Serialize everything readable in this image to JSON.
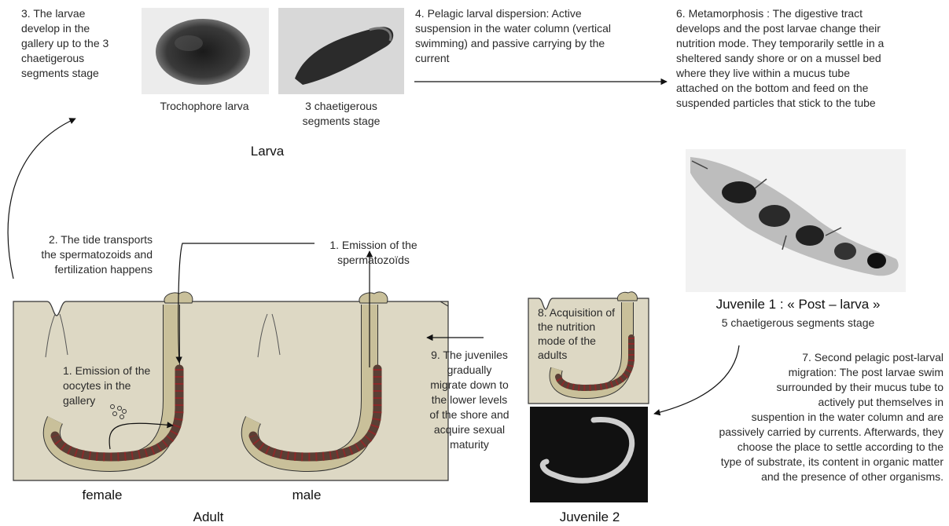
{
  "steps": {
    "step3": "3. The larvae\ndevelop in the\ngallery up to the 3\nchaetigerous\nsegments stage",
    "step4": "4. Pelagic larval dispersion: Active\nsuspension in the water column (vertical\nswimming) and passive carrying by the\ncurrent",
    "step6": "6. Metamorphosis : The digestive tract\ndevelops and the post larvae change their\nnutrition mode. They temporarily settle in a\nsheltered sandy shore or on a mussel bed\nwhere they live within a mucus tube\nattached on the bottom and feed on the\nsuspended particles that stick to the tube",
    "step2": "2. The tide transports\nthe spermatozoids and\nfertilization happens",
    "step1_sperm": "1. Emission of the\nspermatozoïds",
    "step1_oocytes": "1. Emission of the\noocytes in the\ngallery",
    "step8": "8. Acquisition of\nthe nutrition\nmode of the\nadults",
    "step9": "9. The juveniles\ngradually\nmigrate down to\nthe lower levels\nof the shore and\nacquire sexual\nmaturity",
    "step7": "7. Second pelagic post-larval\nmigration: The post larvae swim\nsurrounded by their mucus tube to\nactively put themselves in\nsuspention in the water column and are\npassively carried by currents. Afterwards, they\nchoose the place to settle according to the\ntype of substrate, its content in organic matter\nand the presence of other organisms."
  },
  "labels": {
    "trochophore": "Trochophore larva",
    "chaetigerous3": "3 chaetigerous\nsegments stage",
    "larva": "Larva",
    "juvenile1": "Juvenile 1 : « Post – larva »",
    "chaetigerous5": "5 chaetigerous segments stage",
    "female": "female",
    "male": "male",
    "adult": "Adult",
    "juvenile2": "Juvenile 2"
  },
  "colors": {
    "sediment": "#ddd8c4",
    "tube": "#c9c09a",
    "worm": "#5a3f35",
    "segment": "#8b2a2a"
  }
}
